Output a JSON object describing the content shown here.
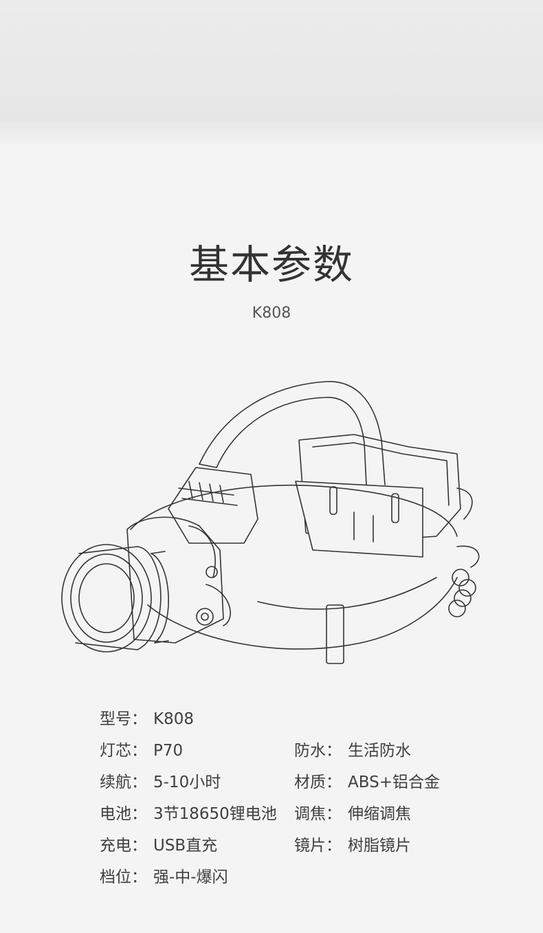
{
  "header": {
    "title": "基本参数",
    "model": "K808"
  },
  "specs": [
    {
      "label": "型号：",
      "value": "K808"
    },
    {
      "label": "灯芯：",
      "value": "P70"
    },
    {
      "label": "防水：",
      "value": "生活防水"
    },
    {
      "label": "续航：",
      "value": "5-10小时"
    },
    {
      "label": "材质：",
      "value": "ABS+铝合金"
    },
    {
      "label": "电池：",
      "value": "3节18650锂电池"
    },
    {
      "label": "调焦：",
      "value": "伸缩调焦"
    },
    {
      "label": "充电：",
      "value": "USB直充"
    },
    {
      "label": "镜片：",
      "value": "树脂镜片"
    },
    {
      "label": "档位：",
      "value": "强-中-爆闪"
    }
  ]
}
